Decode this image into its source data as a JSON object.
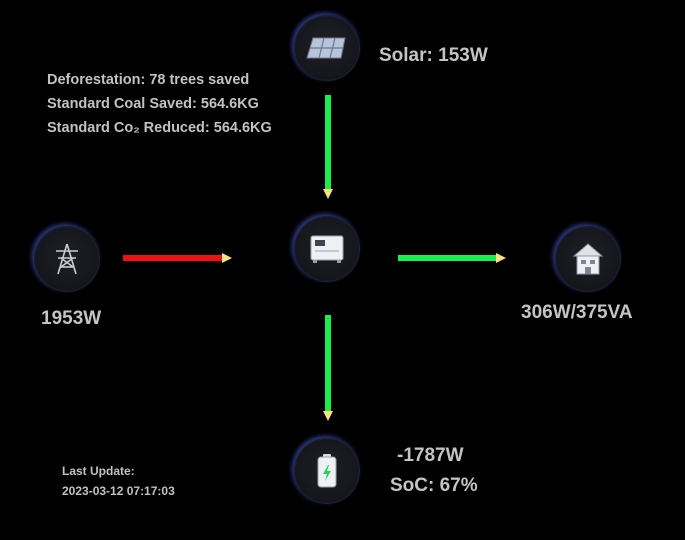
{
  "solar": {
    "label": "Solar: 153W"
  },
  "environment": {
    "deforestation": "Deforestation: 78 trees saved",
    "coal_saved": "Standard Coal Saved: 564.6KG",
    "co2_reduced": "Standard Co₂ Reduced: 564.6KG"
  },
  "grid": {
    "power": "1953W"
  },
  "load": {
    "power": "306W/375VA"
  },
  "battery": {
    "power": "-1787W",
    "soc": "SoC: 67%"
  },
  "last_update": {
    "label": "Last Update:",
    "value": "2023-03-12 07:17:03"
  },
  "colors": {
    "flow_active": "#19ee4a",
    "flow_grid": "#ee1111",
    "arrow_head": "#ffe082",
    "node_glow": "#5a6eff"
  },
  "icons": {
    "solar": "solar-panel-icon",
    "inverter": "inverter-icon",
    "grid": "power-tower-icon",
    "load": "house-icon",
    "battery": "battery-icon"
  }
}
